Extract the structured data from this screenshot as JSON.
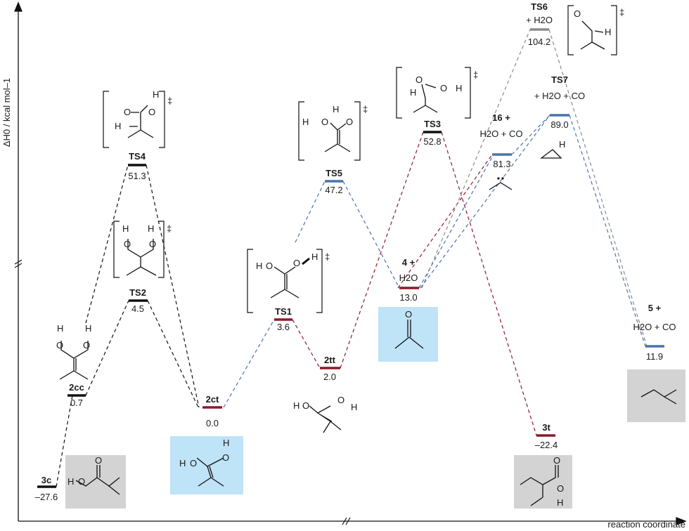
{
  "axes": {
    "y_label": "ΔH0 / kcal mol–1",
    "x_label": "reaction coordinate",
    "axis_break": "//"
  },
  "colors": {
    "black": "#111111",
    "red": "#8b1a2a",
    "blue": "#4a73a8",
    "gray": "#8a8a8a",
    "box_blue": "#bfe3f7",
    "box_gray": "#d3d3d3"
  },
  "states": [
    {
      "id": "3c",
      "label": "3c",
      "value": "–27.6",
      "energy": -27.6,
      "color": "black",
      "extra": ""
    },
    {
      "id": "2cc",
      "label": "2cc",
      "value": "0.7",
      "energy": 0.7,
      "color": "black",
      "extra": ""
    },
    {
      "id": "TS2",
      "label": "TS2",
      "value": "4.5",
      "energy": 4.5,
      "color": "black",
      "extra": ""
    },
    {
      "id": "TS4",
      "label": "TS4",
      "value": "51.3",
      "energy": 51.3,
      "color": "black",
      "extra": ""
    },
    {
      "id": "2ct",
      "label": "2ct",
      "value": "0.0",
      "energy": 0.0,
      "color": "red",
      "extra": ""
    },
    {
      "id": "TS1",
      "label": "TS1",
      "value": "3.6",
      "energy": 3.6,
      "color": "red",
      "extra": ""
    },
    {
      "id": "2tt",
      "label": "2tt",
      "value": "2.0",
      "energy": 2.0,
      "color": "red",
      "extra": ""
    },
    {
      "id": "TS5",
      "label": "TS5",
      "value": "47.2",
      "energy": 47.2,
      "color": "blue",
      "extra": ""
    },
    {
      "id": "4",
      "label": "4 +",
      "value": "13.0",
      "energy": 13.0,
      "color": "red",
      "extra": "H2O"
    },
    {
      "id": "TS3",
      "label": "TS3",
      "value": "52.8",
      "energy": 52.8,
      "color": "black",
      "extra": ""
    },
    {
      "id": "3t",
      "label": "3t",
      "value": "–22.4",
      "energy": -22.4,
      "color": "red",
      "extra": ""
    },
    {
      "id": "6",
      "label": "16 +",
      "value": "81.3",
      "energy": 81.3,
      "color": "blue",
      "extra": "H2O + CO"
    },
    {
      "id": "TS6",
      "label": "TS6",
      "value": "104.2",
      "energy": 104.2,
      "color": "gray",
      "extra": "+ H2O"
    },
    {
      "id": "TS7",
      "label": "TS7",
      "value": "89.0",
      "energy": 89.0,
      "color": "blue",
      "extra": "+ H2O + CO"
    },
    {
      "id": "5",
      "label": "5 +",
      "value": "11.9",
      "energy": 11.9,
      "color": "blue",
      "extra": "H2O + CO"
    }
  ],
  "structures": {
    "h": "H",
    "o": "O",
    "ddagger": "‡"
  }
}
